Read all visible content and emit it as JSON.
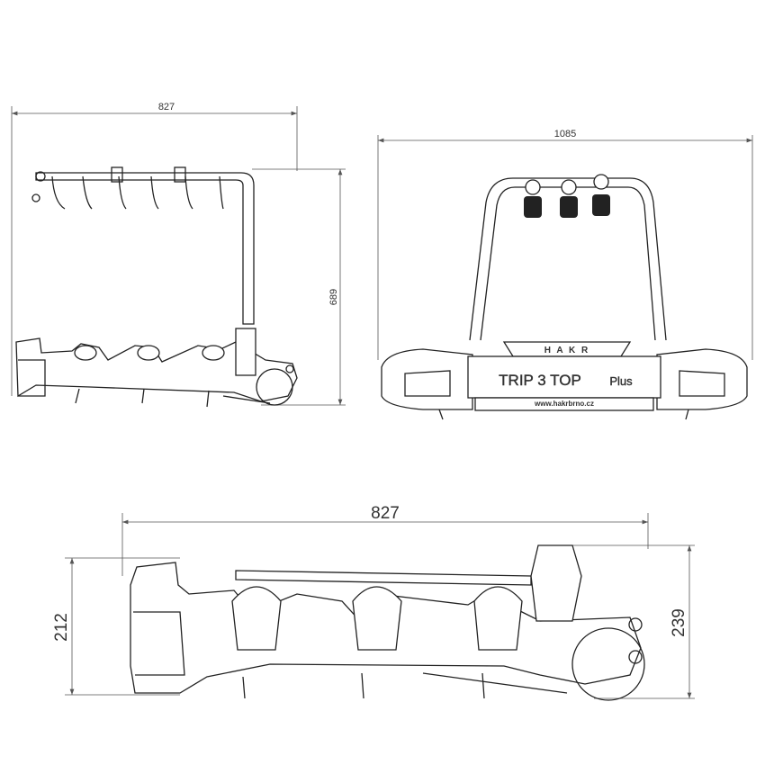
{
  "views": {
    "side_top": {
      "width_label": "827",
      "height_label": "689"
    },
    "front": {
      "width_label": "1085",
      "brand_strip": "H A K R",
      "model_main": "TRIP  3 TOP",
      "model_suffix": "Plus",
      "website": "www.hakrbrno.cz"
    },
    "side_bottom": {
      "width_label": "827",
      "left_height_label": "212",
      "right_height_label": "239"
    }
  }
}
